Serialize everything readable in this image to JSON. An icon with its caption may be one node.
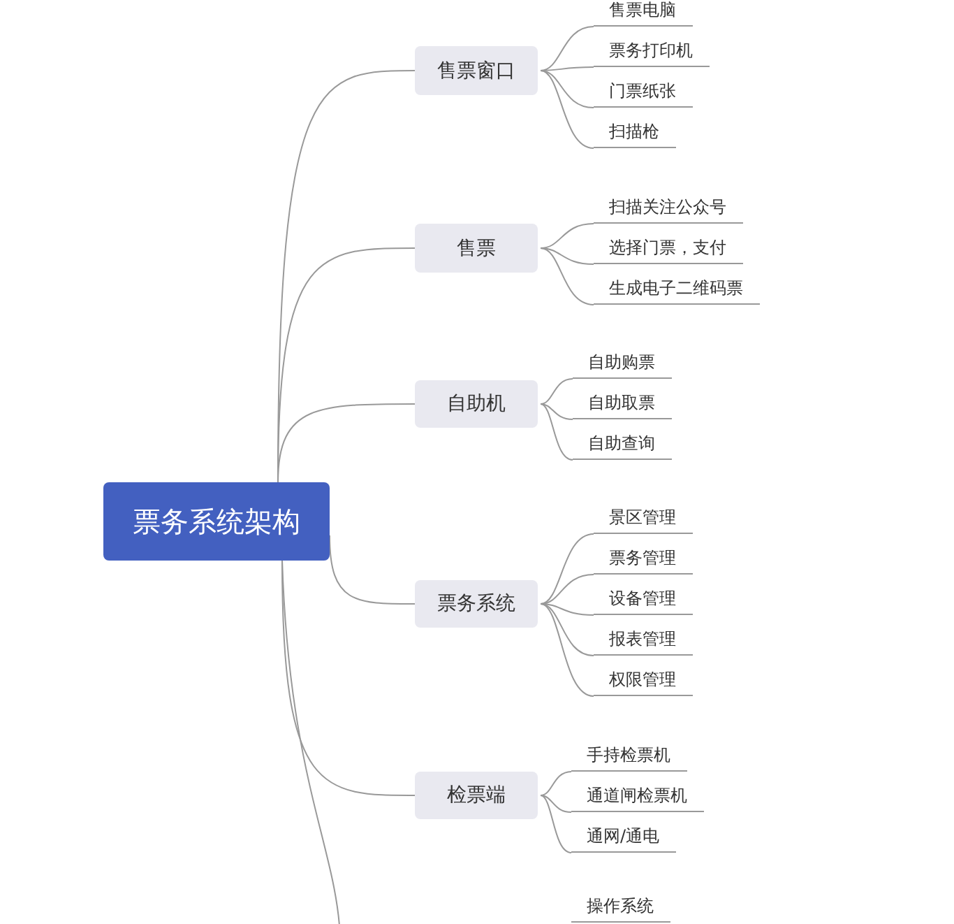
{
  "diagram": {
    "nodes": [
      {
        "text": [
          "票务系统架构"
        ]
      },
      {
        "text": [
          "售票窗口"
        ]
      },
      {
        "text": [
          "售票电脑"
        ]
      },
      {
        "text": [
          "票务打印机"
        ]
      },
      {
        "text": [
          "门票纸张"
        ]
      },
      {
        "text": [
          "扫描枪"
        ]
      },
      {
        "text": [
          "售票"
        ]
      },
      {
        "text": [
          "扫描关注公众号"
        ]
      },
      {
        "text": [
          "选择门票，支付"
        ]
      },
      {
        "text": [
          "生成电子二维码票"
        ]
      },
      {
        "text": [
          "自助机"
        ]
      },
      {
        "text": [
          "自助购票"
        ]
      },
      {
        "text": [
          "自助取票"
        ]
      },
      {
        "text": [
          "自助查询"
        ]
      },
      {
        "text": [
          "票务系统"
        ]
      },
      {
        "text": [
          "景区管理"
        ]
      },
      {
        "text": [
          "票务管理"
        ]
      },
      {
        "text": [
          "设备管理"
        ]
      },
      {
        "text": [
          "报表管理"
        ]
      },
      {
        "text": [
          "权限管理"
        ]
      },
      {
        "text": [
          "检票端"
        ]
      },
      {
        "text": [
          "手持检票机"
        ]
      },
      {
        "text": [
          "通道闸检票机"
        ]
      },
      {
        "text": [
          "通网/通电"
        ]
      },
      {
        "text": [
          "操作系统"
        ]
      }
    ],
    "edges": [
      {
        "from": 0,
        "to": 1,
        "arrow": "none"
      },
      {
        "from": 1,
        "to": 2,
        "arrow": "none"
      },
      {
        "from": 1,
        "to": 3,
        "arrow": "none"
      },
      {
        "from": 1,
        "to": 4,
        "arrow": "none"
      },
      {
        "from": 1,
        "to": 5,
        "arrow": "none"
      },
      {
        "from": 0,
        "to": 6,
        "arrow": "none"
      },
      {
        "from": 6,
        "to": 7,
        "arrow": "none"
      },
      {
        "from": 6,
        "to": 8,
        "arrow": "none"
      },
      {
        "from": 6,
        "to": 9,
        "arrow": "none"
      },
      {
        "from": 0,
        "to": 10,
        "arrow": "none"
      },
      {
        "from": 10,
        "to": 11,
        "arrow": "none"
      },
      {
        "from": 10,
        "to": 12,
        "arrow": "none"
      },
      {
        "from": 10,
        "to": 13,
        "arrow": "none"
      },
      {
        "from": 0,
        "to": 14,
        "arrow": "none"
      },
      {
        "from": 14,
        "to": 15,
        "arrow": "none"
      },
      {
        "from": 14,
        "to": 16,
        "arrow": "none"
      },
      {
        "from": 14,
        "to": 17,
        "arrow": "none"
      },
      {
        "from": 14,
        "to": 18,
        "arrow": "none"
      },
      {
        "from": 14,
        "to": 19,
        "arrow": "none"
      },
      {
        "from": 0,
        "to": 20,
        "arrow": "none"
      },
      {
        "from": 20,
        "to": 21,
        "arrow": "none"
      },
      {
        "from": 20,
        "to": 22,
        "arrow": "none"
      },
      {
        "from": 20,
        "to": 23,
        "arrow": "none"
      },
      {
        "from": 0,
        "to": null,
        "arrow": "none"
      }
    ]
  }
}
